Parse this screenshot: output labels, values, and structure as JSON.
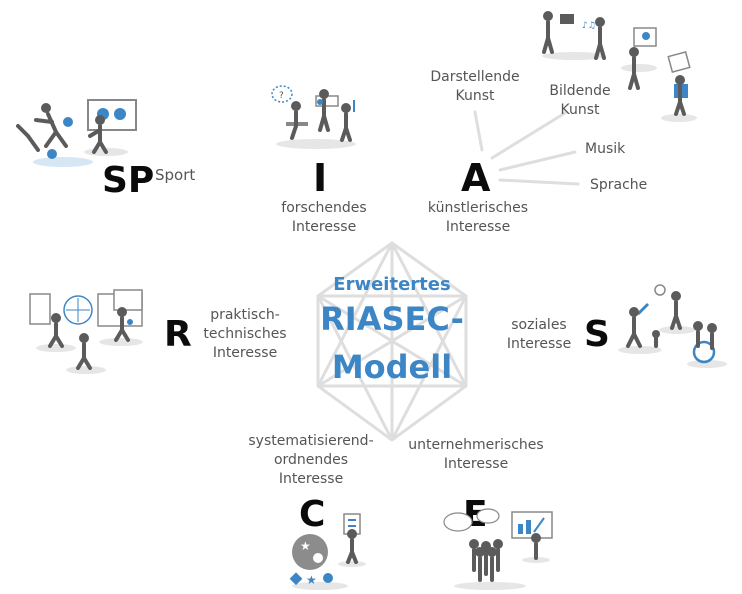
{
  "center": {
    "line1": "Erweitertes",
    "line2": "RIASEC-",
    "line3": "Modell"
  },
  "colors": {
    "accent_blue": "#3d86c6",
    "figure_gray": "#5b5b5b",
    "hexagon_gray": "#dcdcdc",
    "label_gray": "#555555"
  },
  "types": {
    "sp": {
      "letter": "SP",
      "label": "Sport"
    },
    "i": {
      "letter": "I",
      "label": "forschendes\nInteresse"
    },
    "a": {
      "letter": "A",
      "label": "künstlerisches\nInteresse",
      "sub": [
        "Darstellende\nKunst",
        "Bildende\nKunst",
        "Musik",
        "Sprache"
      ]
    },
    "r": {
      "letter": "R",
      "label": "praktisch-\ntechnisches\nInteresse"
    },
    "s": {
      "letter": "S",
      "label": "soziales\nInteresse"
    },
    "c": {
      "letter": "C",
      "label": "systematisierend-\nordnendes\nInteresse"
    },
    "e": {
      "letter": "E",
      "label": "unternehmerisches\nInteresse"
    }
  },
  "icons": {
    "sport": "swimming-and-instruction-scene-icon",
    "investigative": "thinking-scientists-scene-icon",
    "artistic": "artists-scene-icon",
    "realistic": "technical-workers-scene-icon",
    "social": "helping-people-scene-icon",
    "conventional": "organizing-person-scene-icon",
    "enterprising": "presenter-and-audience-scene-icon"
  }
}
